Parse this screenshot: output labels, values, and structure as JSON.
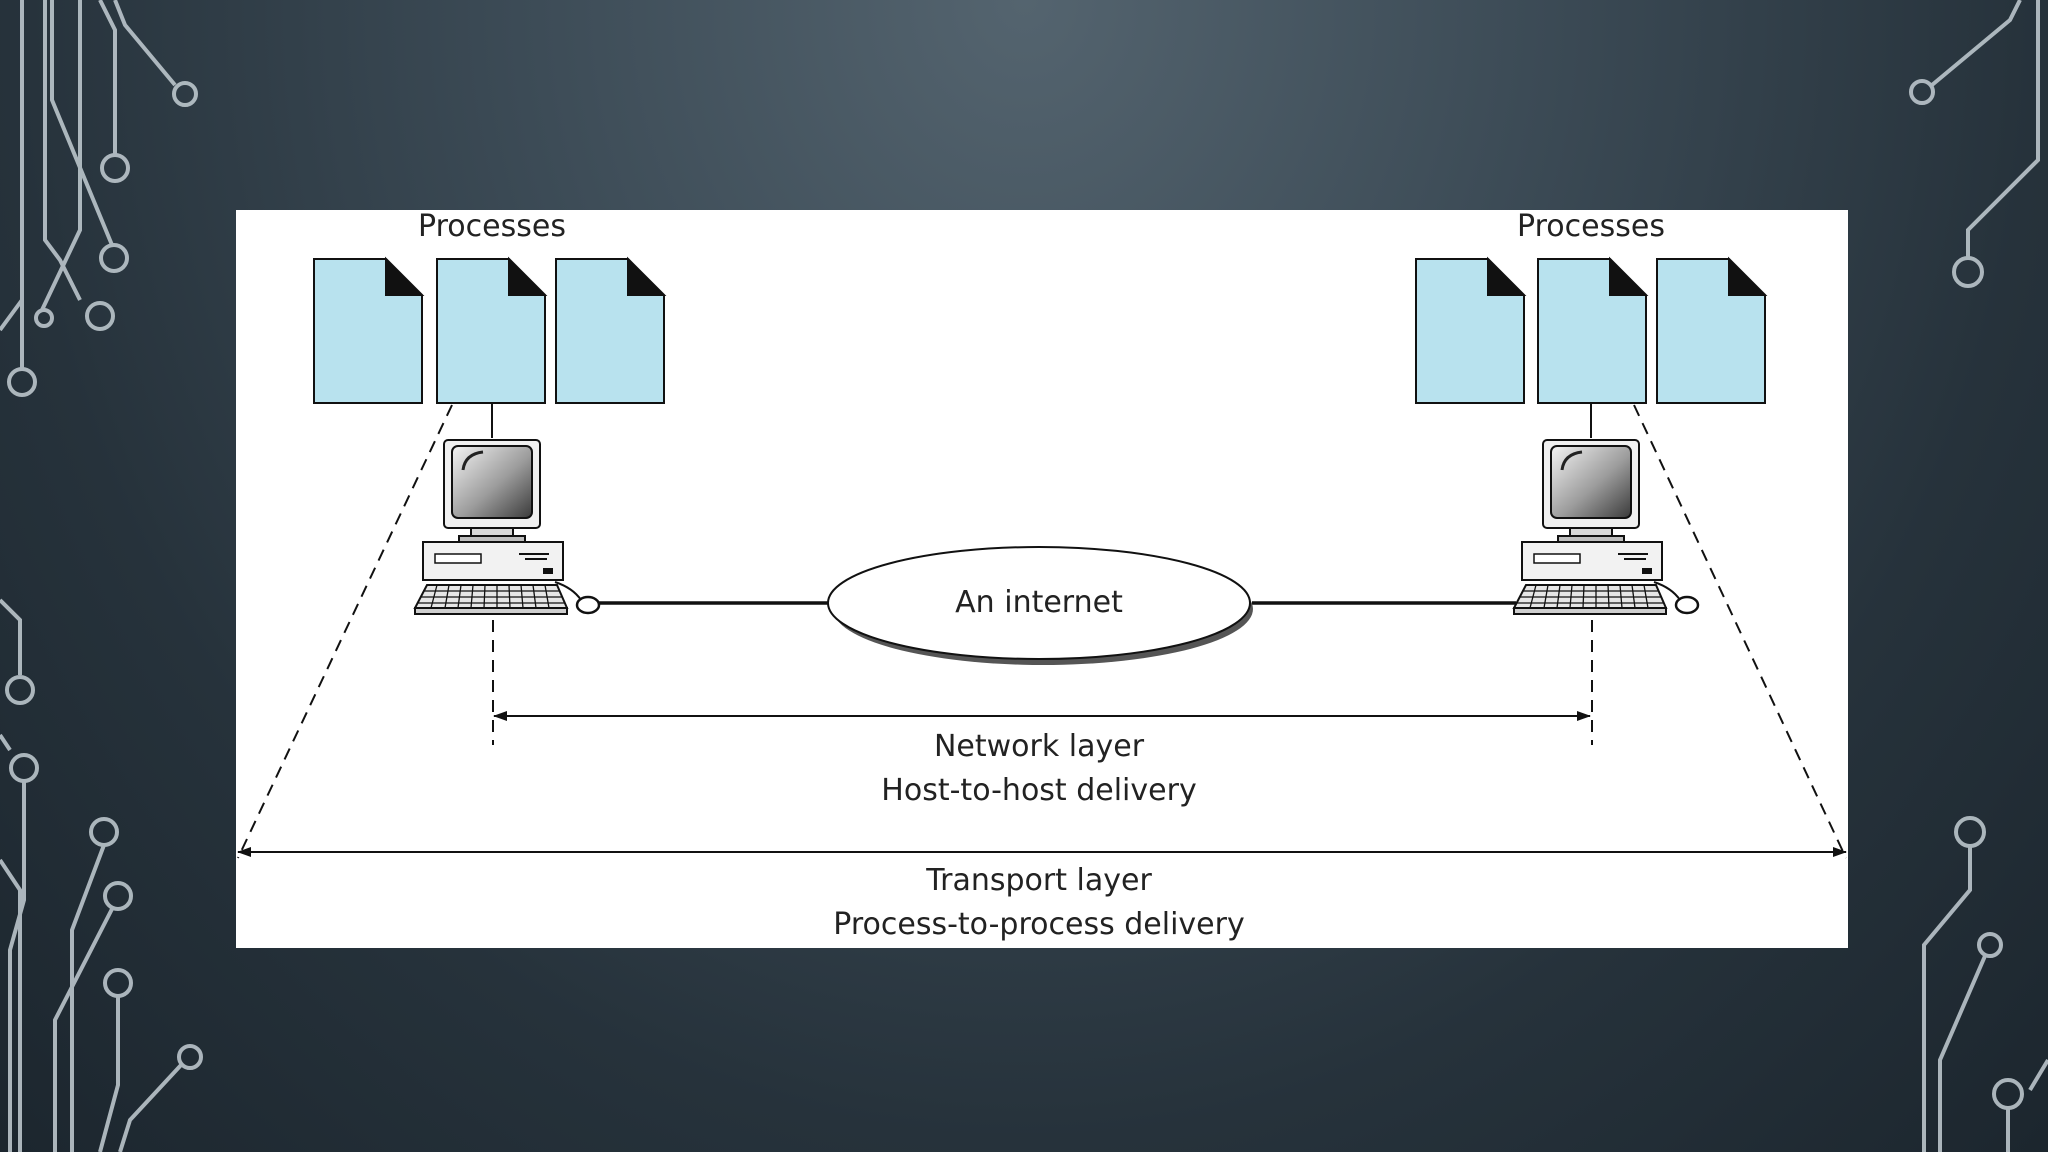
{
  "diagram": {
    "left_group_label": "Processes",
    "right_group_label": "Processes",
    "cloud_label": "An internet",
    "network_layer": {
      "name": "Network layer",
      "description": "Host-to-host delivery"
    },
    "transport_layer": {
      "name": "Transport layer",
      "description": "Process-to-process delivery"
    }
  },
  "colors": {
    "process_fill": "#b8e2ee",
    "line": "#111111",
    "background": "#2f3d47",
    "circuit": "#c9d3d9"
  }
}
